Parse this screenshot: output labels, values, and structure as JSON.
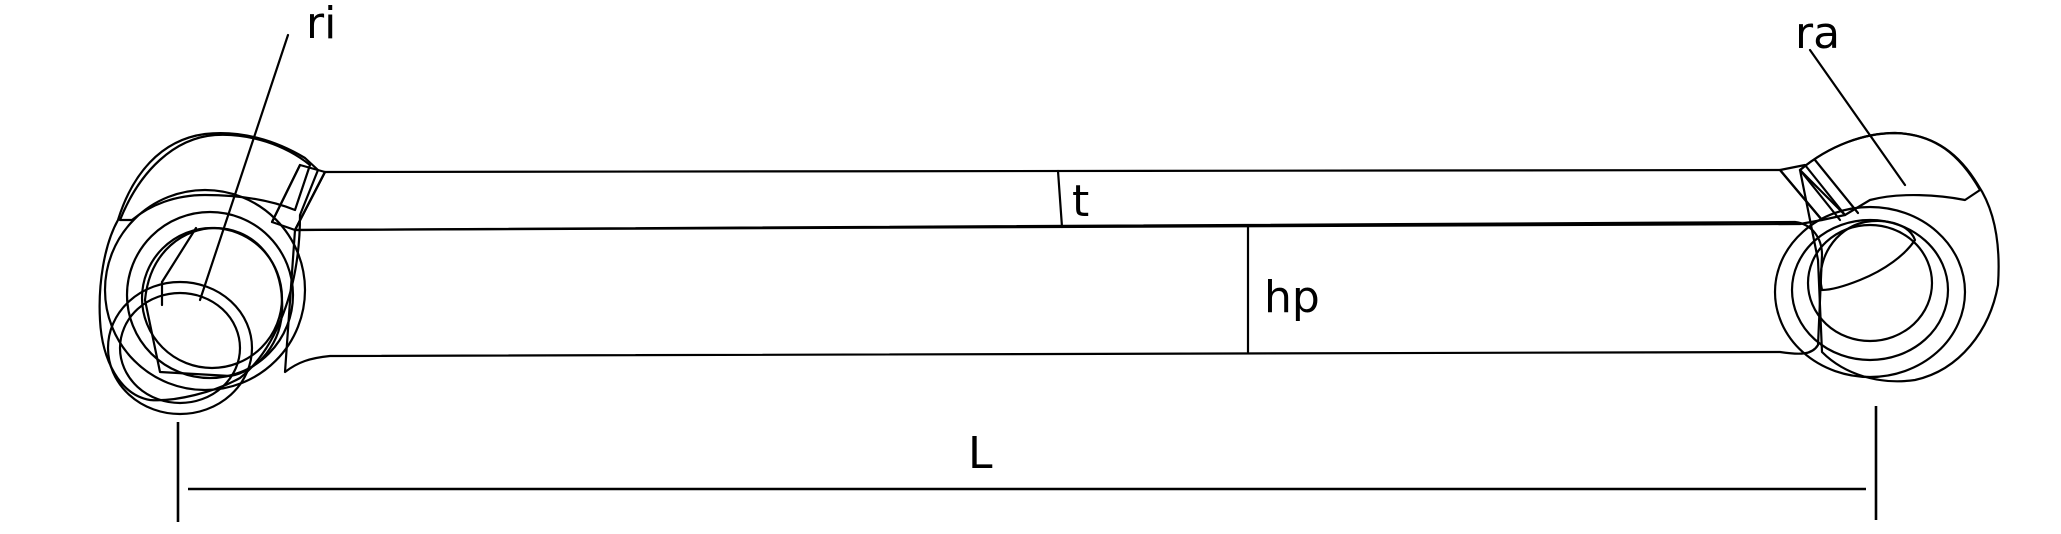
{
  "labels": {
    "ri": "ri",
    "ra": "ra",
    "t": "t",
    "hp": "hp",
    "L": "L"
  },
  "colors": {
    "body": "#05cc05",
    "top_face": "#05e005",
    "side_face": "#039f03",
    "highlight": "#4cf24c",
    "edge": "#000000"
  }
}
